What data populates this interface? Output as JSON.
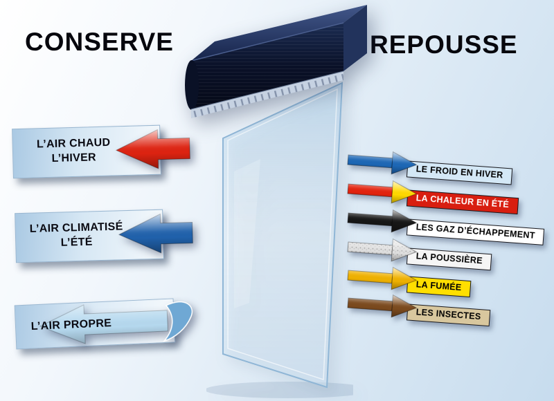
{
  "conserve": {
    "title": "CONSERVE",
    "items": [
      {
        "line1": "L’AIR CHAUD",
        "line2": "L’HIVER",
        "arrow": "#dd2311",
        "plate": "#cfe3f2"
      },
      {
        "line1": "L’AIR CLIMATISÉ",
        "line2": "L’ÉTÉ",
        "arrow": "#2061ab",
        "plate": "#cfe3f2"
      },
      {
        "line1": "L’AIR PROPRE",
        "line2": "",
        "arrow": "#b5d8ee",
        "curl": "#6fa8d4",
        "plate": "#d4e6f4"
      }
    ]
  },
  "repousse": {
    "title": "REPOUSSE",
    "items": [
      {
        "label": "LE FROID EN HIVER",
        "shaft": "#1d67b5",
        "head": "#1d67b5",
        "label_bg": "#d4e8f6",
        "label_color": "#000000"
      },
      {
        "label": "LA CHALEUR EN ÉTÉ",
        "shaft": "#e3230e",
        "head": "#ffd800",
        "label_bg": "#d81e10",
        "label_color": "#ffffff"
      },
      {
        "label": "LES GAZ D’ÉCHAPPEMENT",
        "shaft": "#161616",
        "head": "#161616",
        "label_bg": "#ffffff",
        "label_color": "#000000"
      },
      {
        "label": "LA POUSSIÈRE",
        "shaft": "#e0e0e0",
        "head": "#e0e0e0",
        "label_bg": "#f5f5f5",
        "label_color": "#000000"
      },
      {
        "label": "LA FUMÉE",
        "shaft": "#efb100",
        "head": "#efb100",
        "label_bg": "#ffdf00",
        "label_color": "#000000"
      },
      {
        "label": "LES INSECTES",
        "shaft": "#7b4a1e",
        "head": "#7b4a1e",
        "label_bg": "#d8c79e",
        "label_color": "#000000"
      }
    ]
  },
  "colors": {
    "unit_body": "#0a1128",
    "unit_top": "#35497a",
    "glass_tint": "#bdd6ea",
    "background": "#d7e6f3"
  }
}
